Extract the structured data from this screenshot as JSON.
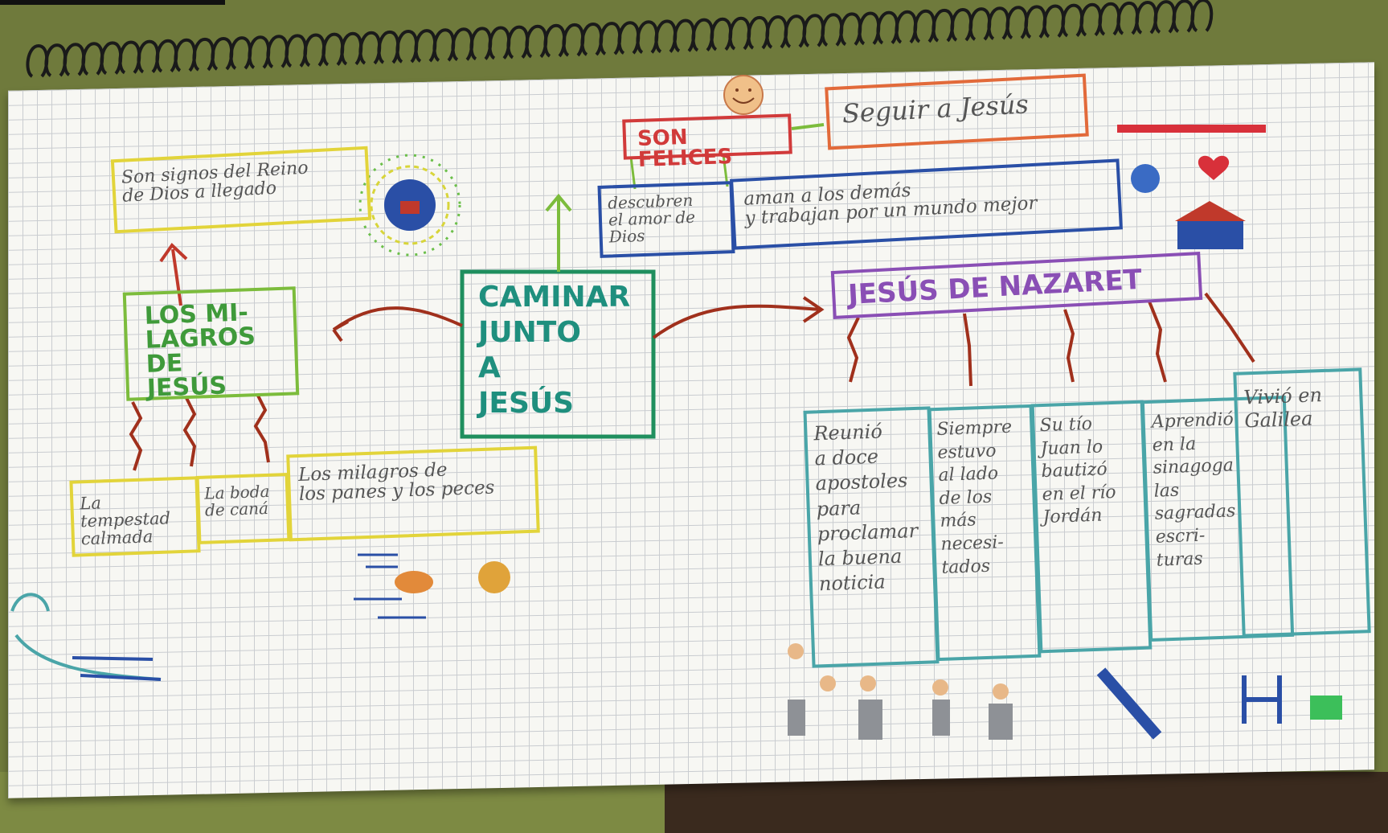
{
  "concept_map": {
    "center": "CAMINAR\nJUNTO\nA\nJESÚS",
    "top": {
      "happy": "SON FELICES",
      "follow": "Seguir a Jesús",
      "discover": "descubren\nel amor de\nDios",
      "love": "aman a los demás\ny trabajan por un mundo mejor"
    },
    "miracles": {
      "title": "LOS MI-\nLAGROS DE\nJESÚS",
      "signs": "Son signos del Reino\nde Dios a llegado",
      "items": [
        "La tempestad\ncalmada",
        "La boda\nde caná",
        "Los milagros de\nlos panes y los peces"
      ]
    },
    "nazaret": {
      "title": "JESÚS DE NAZARET",
      "columns": [
        "Reunió\na doce\napostoles\npara\nproclamar\nla buena\nnoticia",
        "Siempre\nestuvo\nal lado\nde los\nmás\nnecesi-\ntados",
        "Su tío\nJuan lo\nbautizó\nen el río\nJordán",
        "Aprendió\nen la\nsinagoga\nlas\nsagradas\nescri-\nturas",
        "Vivió en\nGalilea"
      ]
    }
  },
  "colors": {
    "paper": "#f7f7f3",
    "grid": "#c9ccd0",
    "yellow": "#e2d43a",
    "green": "#3f9a3a",
    "teal": "#1f8f7e",
    "blue": "#2a4fa6",
    "purple": "#8a4fb5",
    "red": "#d13a3a",
    "orange": "#e26a3a",
    "brown": "#8b2e1e",
    "cyan": "#4aa5a8"
  }
}
